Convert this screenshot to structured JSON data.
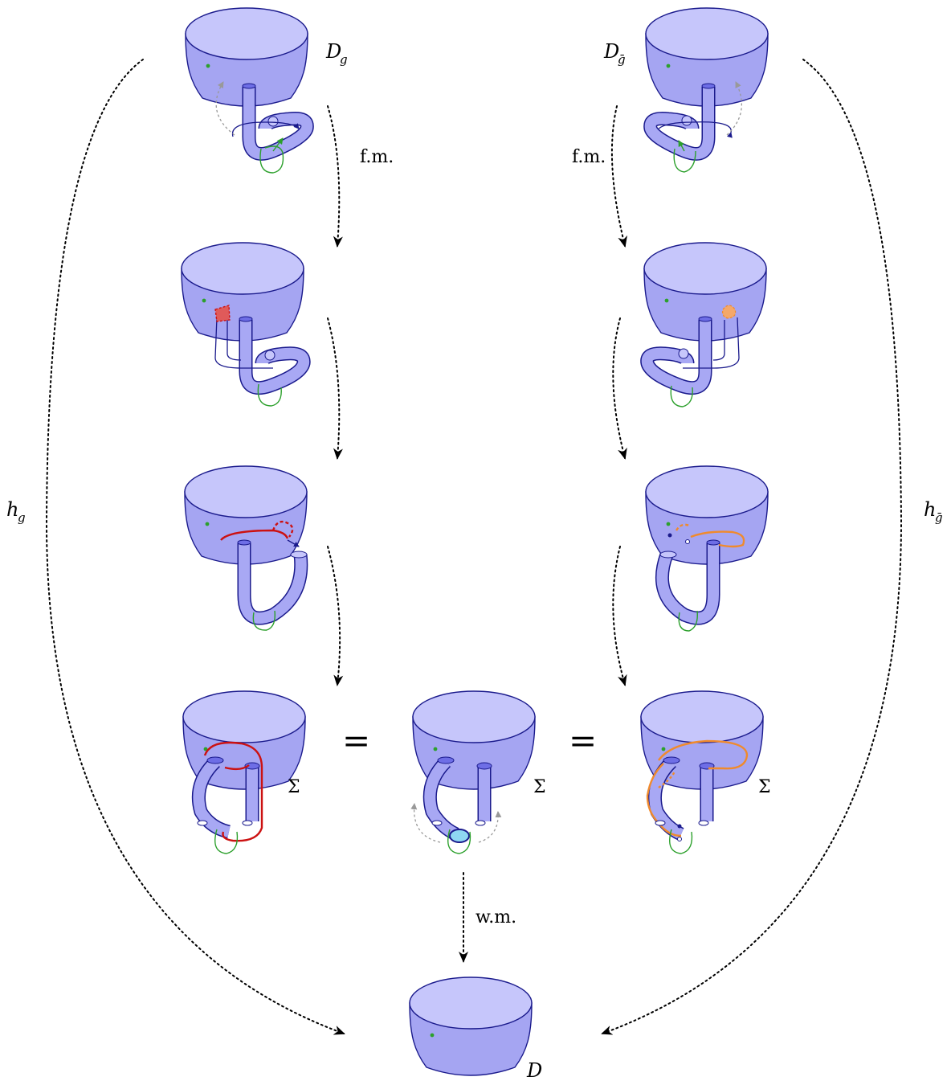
{
  "labels": {
    "Dg_main": "D",
    "Dg_sub": "g",
    "Dgbar_main": "D",
    "Dgbar_sub": "ḡ",
    "fm_left": "f.m.",
    "fm_right": "f.m.",
    "hg_main": "h",
    "hg_sub": "g",
    "hgbar_main": "h",
    "hgbar_sub": "ḡ",
    "sigma_left": "Σ",
    "sigma_mid": "Σ",
    "sigma_right": "Σ",
    "equals_left": "=",
    "equals_right": "=",
    "wm": "w.m.",
    "D_bottom": "D"
  },
  "colors": {
    "bowl_top": "#c6c6fb",
    "bowl_body": "#a5a5f2",
    "outline": "#1a1a8c",
    "green_curve": "#2ca02c",
    "red_curve": "#cc1111",
    "orange_curve": "#f08a2c",
    "guide_arrow": "#999999"
  }
}
